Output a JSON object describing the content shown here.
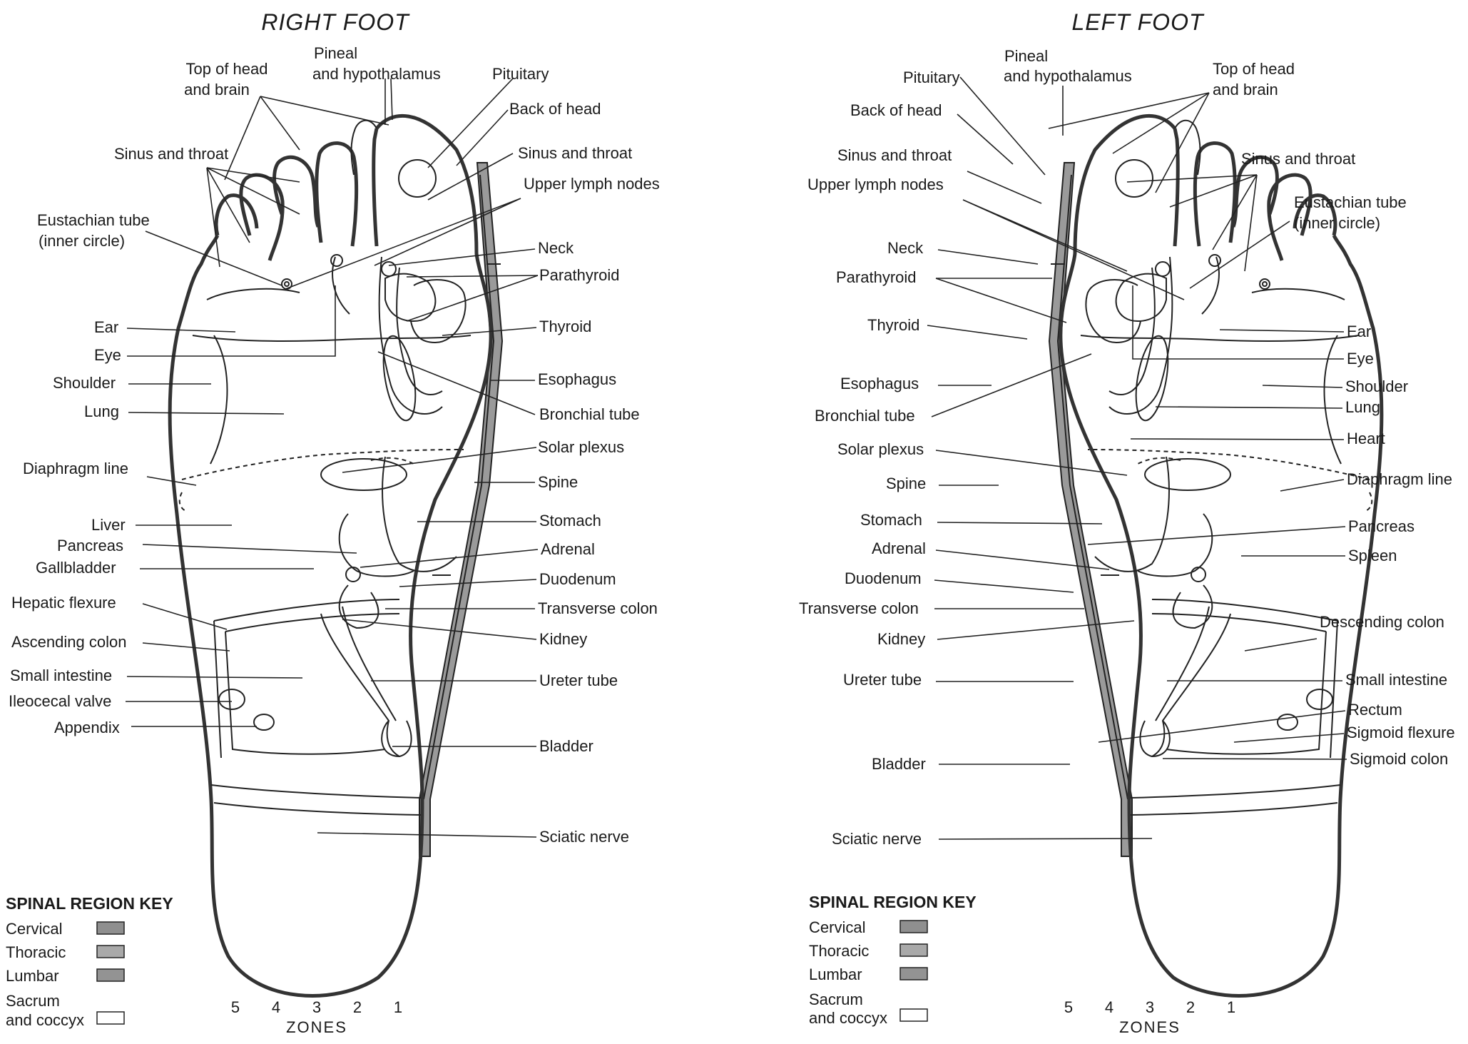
{
  "right": {
    "title": "RIGHT FOOT",
    "labels": {
      "top_head_1": "Top of head",
      "top_head_2": "and brain",
      "pineal_1": "Pineal",
      "pineal_2": "and hypothalamus",
      "pituitary": "Pituitary",
      "back_head": "Back of head",
      "sinus_left": "Sinus and throat",
      "sinus_right": "Sinus and throat",
      "upper_lymph": "Upper lymph nodes",
      "eustachian_1": "Eustachian tube",
      "eustachian_2": "(inner circle)",
      "neck": "Neck",
      "parathyroid": "Parathyroid",
      "ear": "Ear",
      "eye": "Eye",
      "thyroid": "Thyroid",
      "shoulder": "Shoulder",
      "esophagus": "Esophagus",
      "lung": "Lung",
      "bronchial": "Bronchial tube",
      "solar": "Solar plexus",
      "diaphragm": "Diaphragm line",
      "spine": "Spine",
      "liver": "Liver",
      "stomach": "Stomach",
      "pancreas": "Pancreas",
      "adrenal": "Adrenal",
      "gallbladder": "Gallbladder",
      "duodenum": "Duodenum",
      "hepatic": "Hepatic flexure",
      "transverse": "Transverse colon",
      "kidney": "Kidney",
      "ascending": "Ascending colon",
      "small_int": "Small intestine",
      "ureter": "Ureter tube",
      "ileocecal": "Ileocecal valve",
      "appendix": "Appendix",
      "bladder": "Bladder",
      "sciatic": "Sciatic nerve"
    }
  },
  "left": {
    "title": "LEFT FOOT",
    "labels": {
      "pineal_1": "Pineal",
      "pineal_2": "and hypothalamus",
      "pituitary": "Pituitary",
      "top_head_1": "Top of head",
      "top_head_2": "and brain",
      "back_head": "Back of head",
      "sinus_left": "Sinus and throat",
      "sinus_right": "Sinus and throat",
      "upper_lymph": "Upper lymph nodes",
      "eustachian_1": "Eustachian tube",
      "eustachian_2": "(inner circle)",
      "neck": "Neck",
      "parathyroid": "Parathyroid",
      "thyroid": "Thyroid",
      "ear": "Ear",
      "eye": "Eye",
      "shoulder": "Shoulder",
      "esophagus": "Esophagus",
      "lung": "Lung",
      "bronchial": "Bronchial tube",
      "heart": "Heart",
      "solar": "Solar plexus",
      "diaphragm": "Diaphragm line",
      "spine": "Spine",
      "stomach": "Stomach",
      "pancreas": "Pancreas",
      "adrenal": "Adrenal",
      "spleen": "Spleen",
      "duodenum": "Duodenum",
      "transverse": "Transverse colon",
      "descending": "Descending colon",
      "kidney": "Kidney",
      "ureter": "Ureter tube",
      "small_int": "Small intestine",
      "rectum": "Rectum",
      "sigmoid_flex": "Sigmoid flexure",
      "bladder": "Bladder",
      "sigmoid_colon": "Sigmoid colon",
      "sciatic": "Sciatic nerve"
    }
  },
  "key": {
    "title": "SPINAL REGION KEY",
    "items": [
      {
        "label": "Cervical",
        "color": "#8f8f8f"
      },
      {
        "label": "Thoracic",
        "color": "#a9a9a9"
      },
      {
        "label": "Lumbar",
        "color": "#939393"
      },
      {
        "label_1": "Sacrum",
        "label_2": "and coccyx",
        "color": "#ffffff"
      }
    ]
  },
  "zones": {
    "numbers": [
      "5",
      "4",
      "3",
      "2",
      "1"
    ],
    "label": "ZONES"
  }
}
